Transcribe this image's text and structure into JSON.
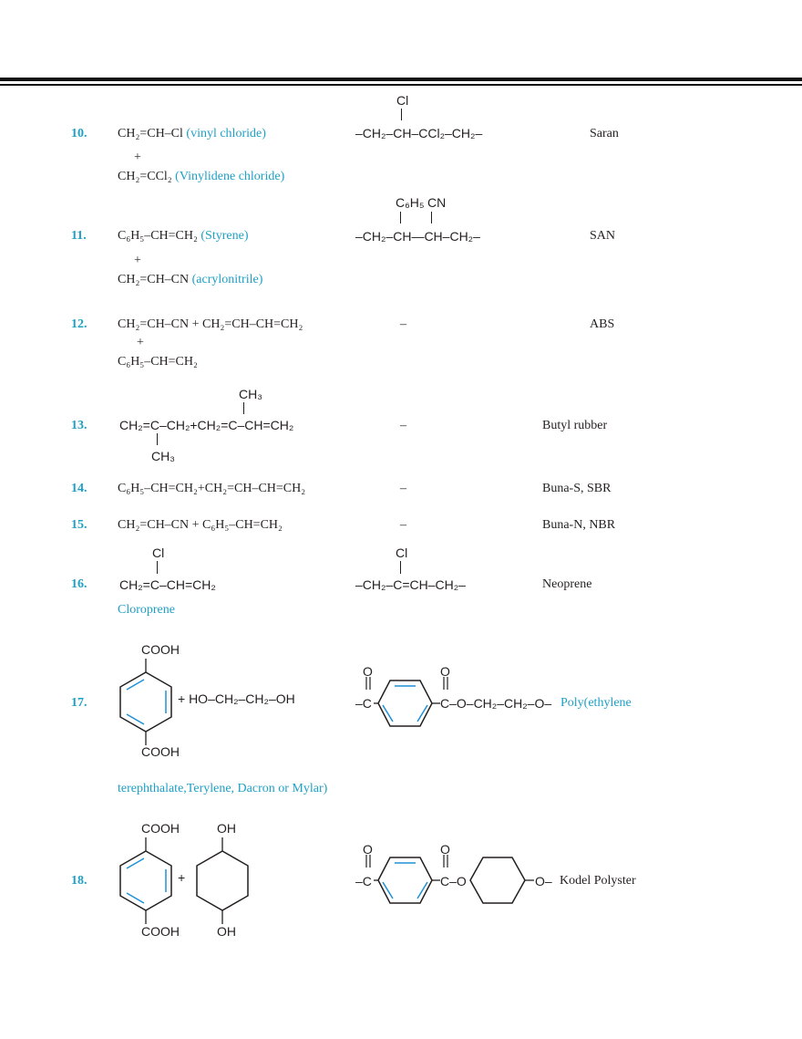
{
  "rows": [
    {
      "number": "10.",
      "monomer_line1": "CH₂=CH–Cl",
      "monomer_line1_name": "(vinyl chloride)",
      "plus": "+",
      "monomer_line2": "CH₂=CCl₂",
      "monomer_line2_name": "(Vinylidene chloride)",
      "polymer_sub": "Cl",
      "polymer_main": "–CH₂–CH–CCl₂–CH₂–",
      "name": "Saran"
    },
    {
      "number": "11.",
      "monomer_line1": "C₆H₅–CH=CH₂",
      "monomer_line1_name": "(Styrene)",
      "plus": "+",
      "monomer_line2": "CH₂=CH–CN",
      "monomer_line2_name": "(acrylonitrile)",
      "polymer_sub1": "C₆H₅",
      "polymer_sub2": "CN",
      "polymer_main": "–CH₂–CH—CH–CH₂–",
      "name": "SAN"
    },
    {
      "number": "12.",
      "monomer_line1": "CH₂=CH–CN + CH₂=CH–CH=CH₂",
      "plus": "+",
      "monomer_line2": "C₆H₅–CH=CH₂",
      "polymer": "–",
      "name": "ABS"
    },
    {
      "number": "13.",
      "monomer_top": "CH₃",
      "monomer_main": "CH₂=C–CH₂+CH₂=C–CH=CH₂",
      "monomer_bottom": "CH₃",
      "polymer": "–",
      "name": "Butyl rubber"
    },
    {
      "number": "14.",
      "monomer": "C₆H₅–CH=CH₂+CH₂=CH–CH=CH₂",
      "polymer": "–",
      "name": "Buna-S, SBR"
    },
    {
      "number": "15.",
      "monomer": "CH₂=CH–CN + C₆H₅–CH=CH₂",
      "polymer": "–",
      "name": "Buna-N, NBR"
    },
    {
      "number": "16.",
      "monomer_top": "Cl",
      "monomer_main": "CH₂=C–CH=CH₂",
      "monomer_name": "Cloroprene",
      "polymer_top": "Cl",
      "polymer_main": "–CH₂–C=CH–CH₂–",
      "name": "Neoprene"
    },
    {
      "number": "17.",
      "monomer_top": "COOH",
      "monomer_bottom": "COOH",
      "monomer_plus": "+ HO–CH₂–CH₂–OH",
      "polymer_o1": "O",
      "polymer_o2": "O",
      "polymer_left": "–C",
      "polymer_right": "C–O–CH₂–CH₂–O–",
      "name": "Poly(ethylene",
      "name_cont": "terephthalate,Terylene, Dacron or Mylar)"
    },
    {
      "number": "18.",
      "monomer_top": "COOH",
      "monomer_bottom": "COOH",
      "monomer_plus": "+",
      "diol_top": "OH",
      "diol_bottom": "OH",
      "polymer_o1": "O",
      "polymer_o2": "O",
      "polymer_left": "–C",
      "polymer_mid": "C–O",
      "polymer_right": "O–",
      "name": "Kodel Polyster"
    }
  ],
  "colors": {
    "accent": "#1ea0c6",
    "text": "#231f20"
  }
}
